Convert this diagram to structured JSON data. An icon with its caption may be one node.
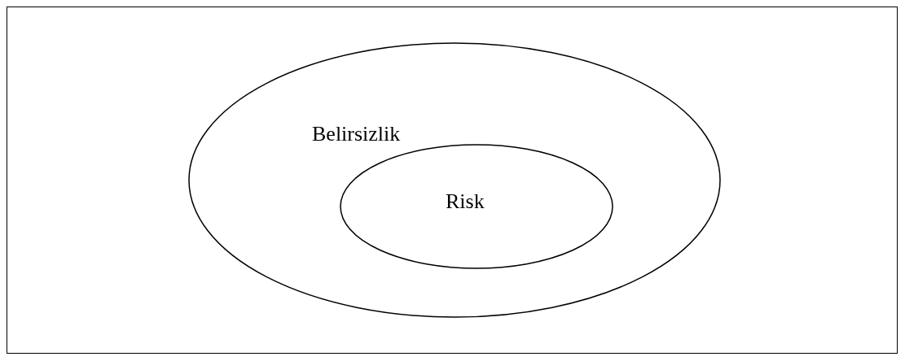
{
  "diagram": {
    "nodes": [
      {
        "text": [
          "Belirsizlik"
        ]
      },
      {
        "text": [
          "Risk"
        ],
        "in": 0
      }
    ]
  }
}
